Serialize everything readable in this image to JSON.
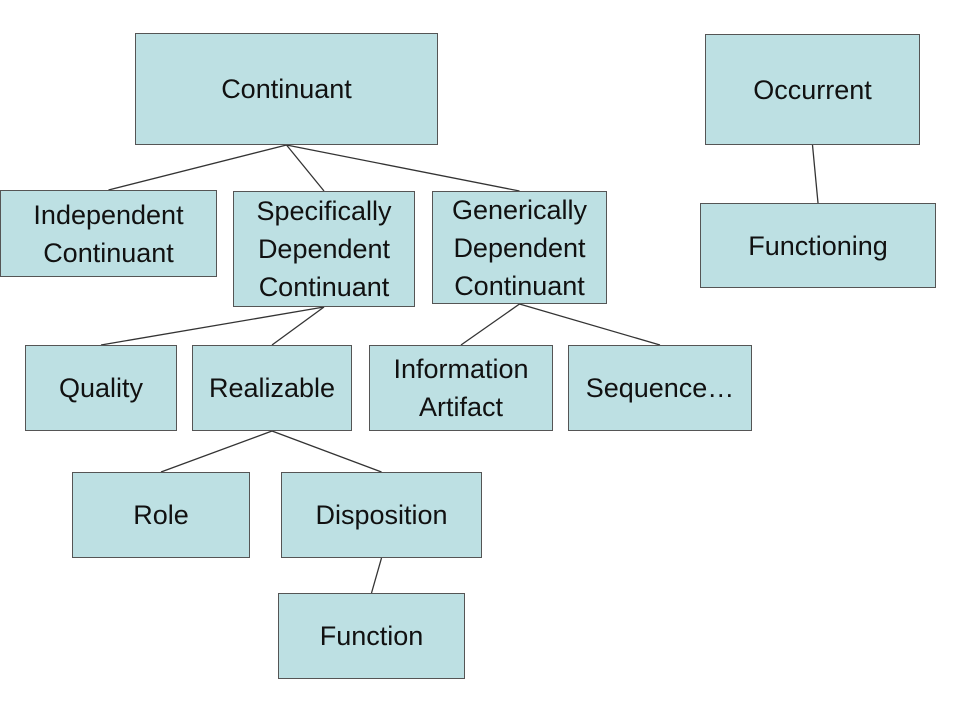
{
  "colors": {
    "box_fill": "#bde0e3",
    "box_border": "#555555",
    "line": "#333333",
    "background": "#ffffff"
  },
  "nodes": {
    "continuant": {
      "lines": [
        "Continuant"
      ]
    },
    "occurrent": {
      "lines": [
        "Occurrent"
      ]
    },
    "independent": {
      "lines": [
        "Independent",
        "Continuant"
      ]
    },
    "specifically": {
      "lines": [
        "Specifically",
        "Dependent",
        "Continuant"
      ]
    },
    "generically": {
      "lines": [
        "Generically",
        "Dependent",
        "Continuant"
      ]
    },
    "functioning": {
      "lines": [
        "Functioning"
      ]
    },
    "quality": {
      "lines": [
        "Quality"
      ]
    },
    "realizable": {
      "lines": [
        "Realizable"
      ]
    },
    "information": {
      "lines": [
        "Information",
        "Artifact"
      ]
    },
    "sequence": {
      "lines": [
        "Sequence…"
      ]
    },
    "role": {
      "lines": [
        "Role"
      ]
    },
    "disposition": {
      "lines": [
        "Disposition"
      ]
    },
    "function": {
      "lines": [
        "Function"
      ]
    }
  },
  "edges": [
    [
      "continuant",
      "independent"
    ],
    [
      "continuant",
      "specifically"
    ],
    [
      "continuant",
      "generically"
    ],
    [
      "occurrent",
      "functioning"
    ],
    [
      "specifically",
      "quality"
    ],
    [
      "specifically",
      "realizable"
    ],
    [
      "generically",
      "information"
    ],
    [
      "generically",
      "sequence"
    ],
    [
      "realizable",
      "role"
    ],
    [
      "realizable",
      "disposition"
    ],
    [
      "disposition",
      "function"
    ]
  ]
}
